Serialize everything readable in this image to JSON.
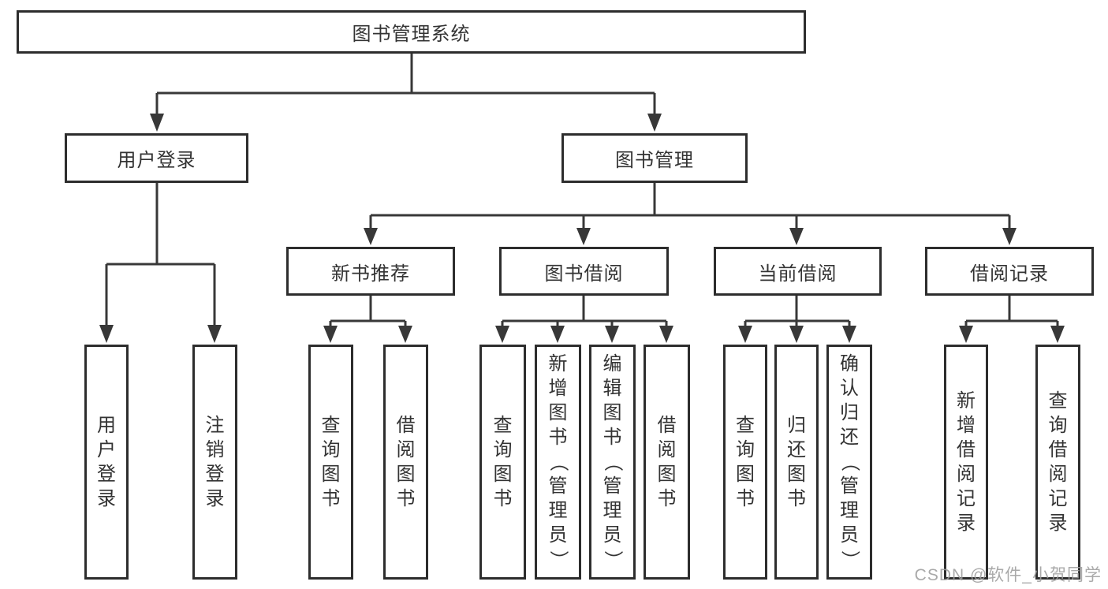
{
  "colors": {
    "line": "#383838",
    "border": "#2d2d2d",
    "text": "#333333",
    "background": "#ffffff",
    "watermark": "#9e9e9e"
  },
  "watermark": {
    "text": "CSDN @软件_小贺同学"
  },
  "diagram": {
    "root": {
      "label": "图书管理系统"
    },
    "branches": [
      {
        "label": "用户登录",
        "children": [
          {
            "label": "用户登录"
          },
          {
            "label": "注销登录"
          }
        ]
      },
      {
        "label": "图书管理",
        "children": [
          {
            "label": "新书推荐",
            "children": [
              {
                "label": "查询图书"
              },
              {
                "label": "借阅图书"
              }
            ]
          },
          {
            "label": "图书借阅",
            "children": [
              {
                "label": "查询图书"
              },
              {
                "label": "新增图书（管理员）"
              },
              {
                "label": "编辑图书（管理员）"
              },
              {
                "label": "借阅图书"
              }
            ]
          },
          {
            "label": "当前借阅",
            "children": [
              {
                "label": "查询图书"
              },
              {
                "label": "归还图书"
              },
              {
                "label": "确认归还（管理员）"
              }
            ]
          },
          {
            "label": "借阅记录",
            "children": [
              {
                "label": "新增借阅记录"
              },
              {
                "label": "查询借阅记录"
              }
            ]
          }
        ]
      }
    ]
  }
}
